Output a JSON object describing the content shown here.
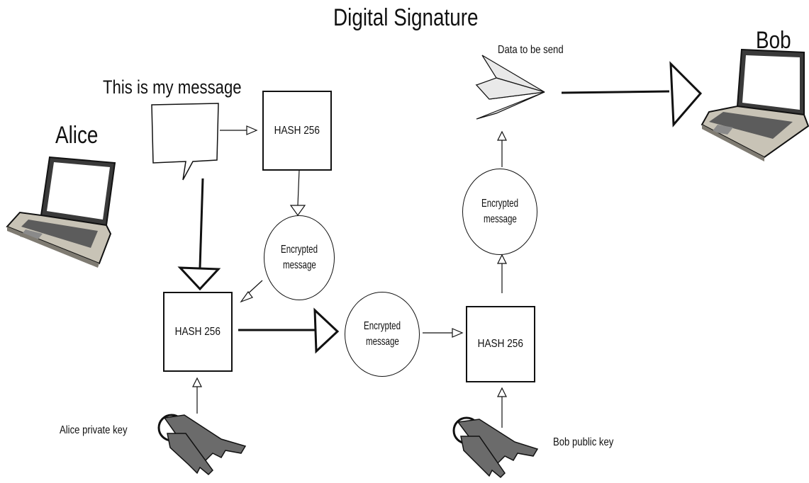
{
  "title": "Digital Signature",
  "actors": {
    "alice": "Alice",
    "bob": "Bob"
  },
  "captions": {
    "message": "This is my message",
    "data_to_send": "Data to be send",
    "alice_key": "Alice private key",
    "bob_key": "Bob public key"
  },
  "nodes": {
    "hash_top": "HASH 256",
    "encrypted_1": [
      "Encrypted",
      "message"
    ],
    "hash_alice": "HASH 256",
    "encrypted_2": [
      "Encrypted",
      "message"
    ],
    "hash_bob": "HASH 256",
    "encrypted_3": [
      "Encrypted",
      "message"
    ]
  }
}
